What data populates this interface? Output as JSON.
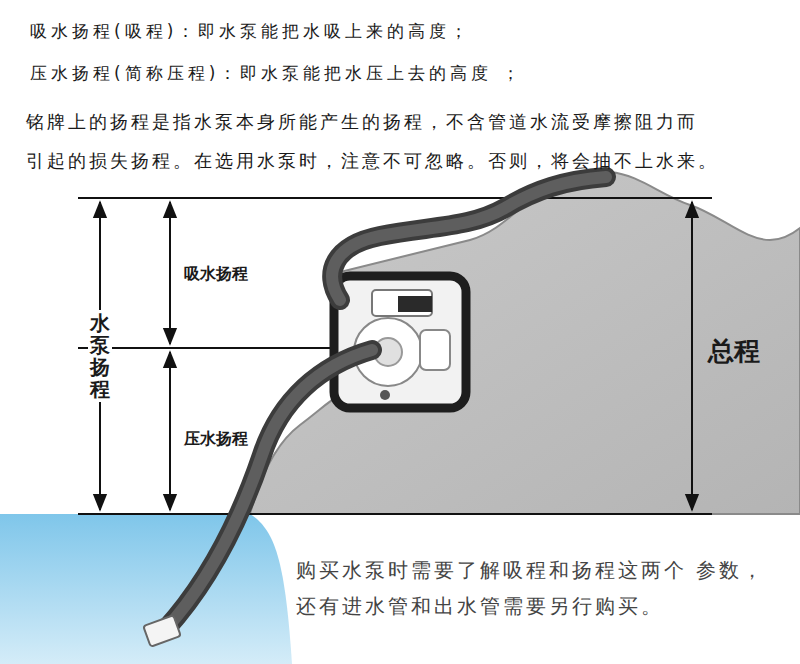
{
  "diagram": {
    "labels": [
      "吸水扬程(吸程)：即水泵能把水吸上来的高度；",
      "压水扬程(简称压程)：即水泵能把水压上去的高度 ；",
      "铭牌上的扬程是指水泵本身所能产生的扬程，不含管道水流受摩擦阻力而 引起的损失扬程。在选用水泵时，注意不可忽略。否则，将会抽不上水来。",
      "吸水扬程",
      "水泵扬程",
      "压水扬程",
      "总程",
      "购买水泵时需要了解吸程和扬程这两个 参数，还有进水管和出水管需要另行购买。"
    ]
  }
}
